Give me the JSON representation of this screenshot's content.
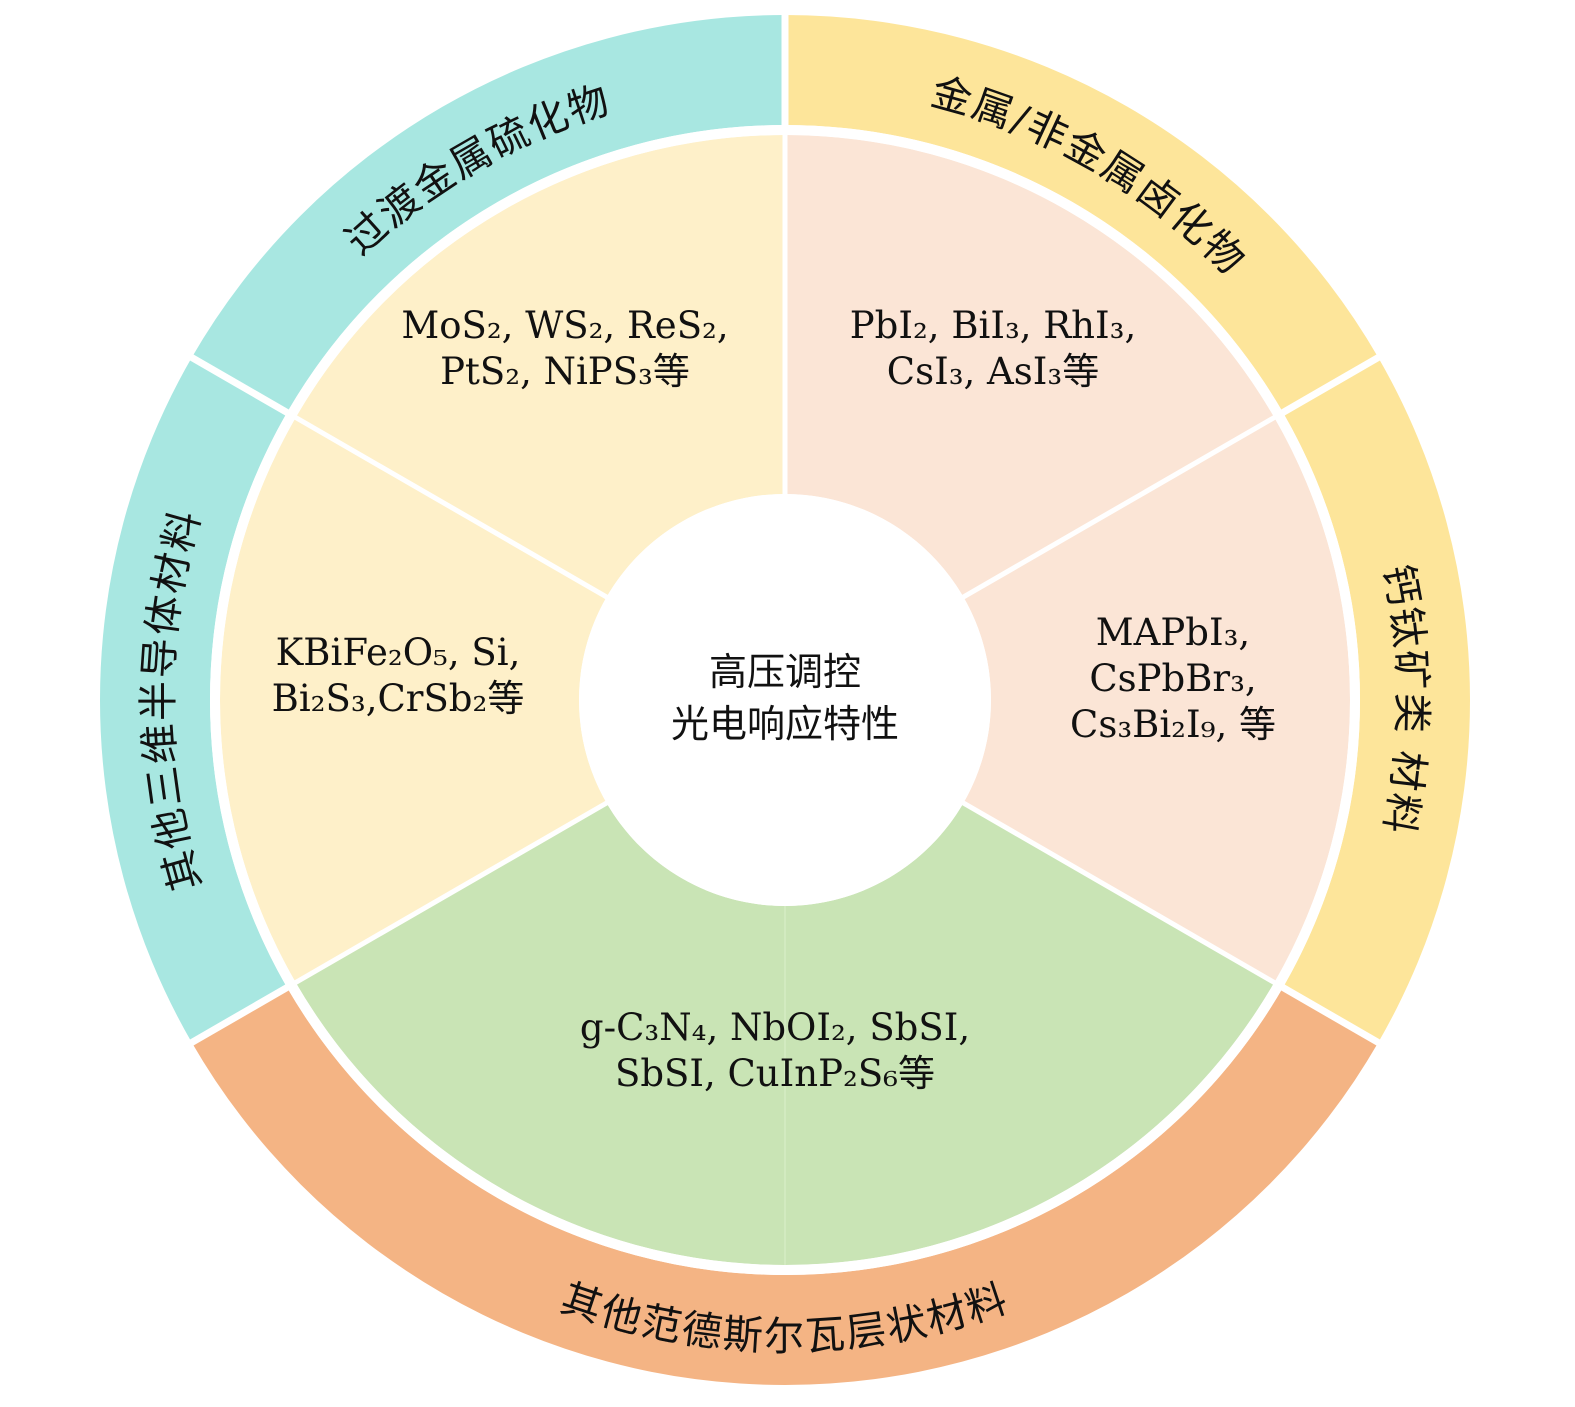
{
  "center": {
    "lines": [
      "高压调控",
      "光电响应特性"
    ]
  },
  "colors": {
    "cyan": "#a8e7e1",
    "yellow": "#fde59a",
    "orange": "#f4b484",
    "inner_yellow": "#fef0c9",
    "inner_peach": "#fbe5d6",
    "inner_green": "#c9e4b5",
    "divider": "#ffffff"
  },
  "outer_ring": [
    {
      "label": "过渡金属硫化物",
      "color": "cyan"
    },
    {
      "label": "其他三维半导体材料",
      "color": "cyan"
    },
    {
      "label": "金属/非金属卤化物",
      "color": "yellow"
    },
    {
      "label": "钙钛矿类 材料",
      "color": "yellow"
    },
    {
      "label": "其他范德斯尔瓦层状材料",
      "color": "orange"
    }
  ],
  "inner_sectors": [
    {
      "lines": [
        "MoS₂, WS₂, ReS₂,",
        "PtS₂, NiPS₃等"
      ],
      "color": "inner_yellow"
    },
    {
      "lines": [
        "KBiFe₂O₅, Si,",
        "Bi₂S₃,CrSb₂等"
      ],
      "color": "inner_yellow"
    },
    {
      "lines": [
        "PbI₂, BiI₃, RhI₃,",
        "CsI₃, AsI₃等"
      ],
      "color": "inner_peach"
    },
    {
      "lines": [
        "MAPbI₃,",
        "CsPbBr₃,",
        "Cs₃Bi₂I₉, 等"
      ],
      "color": "inner_peach"
    },
    {
      "lines": [
        "g-C₃N₄, NbOI₂, SbSI,",
        "SbSI, CuInP₂S₆等"
      ],
      "color": "inner_green"
    }
  ]
}
